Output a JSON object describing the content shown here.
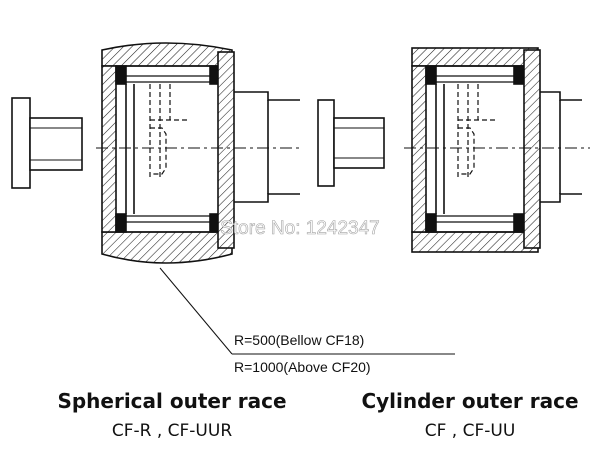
{
  "watermark": "Store No: 1242347",
  "radius_notes": {
    "line1": "R=500(Bellow CF18)",
    "line2": "R=1000(Above CF20)"
  },
  "left": {
    "title": "Spherical outer race",
    "models": "CF-R , CF-UUR"
  },
  "right": {
    "title": "Cylinder outer race",
    "models": "CF , CF-UU"
  }
}
